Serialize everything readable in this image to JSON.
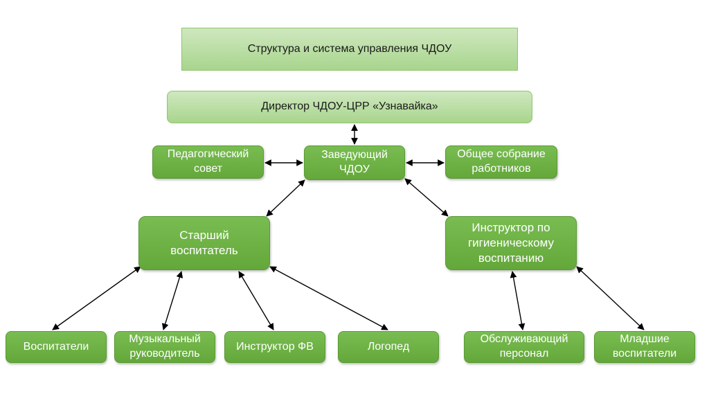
{
  "title": "Структура и система управления ЧДОУ",
  "nodes": {
    "director": "Директор ЧДОУ-ЦРР «Узнавайка»",
    "zaveduyushchiy": "Заведующий\nЧДОУ",
    "ped_sovet": "Педагогический\nсовет",
    "obshchee_sobranie": "Общее собрание\nработников",
    "starshiy_vospitatel": "Старший\nвоспитатель",
    "instruktor_gigiena": "Инструктор по\nгигиеническому\nвоспитанию",
    "vospitateli": "Воспитатели",
    "muz_rukovoditel": "Музыкальный\nруководитель",
    "instruktor_fv": "Инструктор ФВ",
    "logoped": "Логопед",
    "obsluzhivayushchiy": "Обслуживающий\nперсонал",
    "mladshie": "Младшие\nвоспитатели"
  },
  "colors": {
    "node_fill": "#6aad41",
    "light_fill": "#b7dca0",
    "arrow": "#000000"
  }
}
